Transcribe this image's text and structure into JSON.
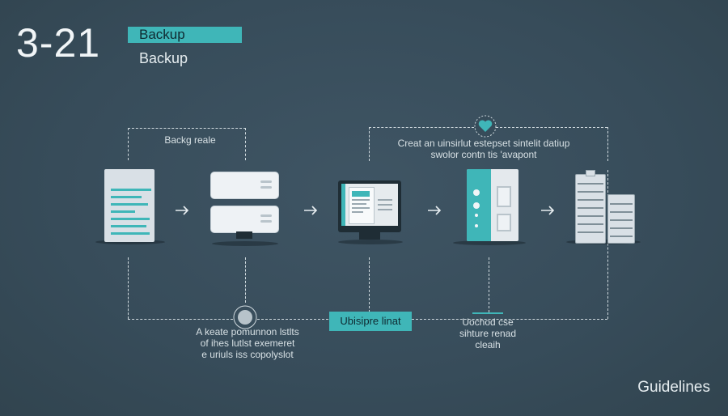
{
  "header": {
    "number": "3-21",
    "badge": "Backup",
    "subtitle": "Backup"
  },
  "labels": {
    "top_left": "Backg reale",
    "top_right": [
      "Creat an uinsirlut estepset sintelit datiup",
      "swolor contn tis 'avapont"
    ],
    "bottom_left": [
      "A keate pomunnon lstlts",
      "of ihes lutlst exemeret",
      "e uriuls iss copolyslot"
    ],
    "bottom_center": "Ubisipre linat",
    "bottom_right": [
      "Uochod cse",
      "sihture renad",
      "cleaih"
    ]
  },
  "footer": {
    "brand": "Guidelines"
  },
  "colors": {
    "background": "#374c5a",
    "accent": "#3fb6b8",
    "light": "#eef2f5"
  },
  "icons": [
    "document-icon",
    "drawer-server-icon",
    "monitor-icon",
    "server-cabinet-icon",
    "storage-rack-icon",
    "heart-icon",
    "circle-node-icon",
    "arrow-right-icon"
  ]
}
